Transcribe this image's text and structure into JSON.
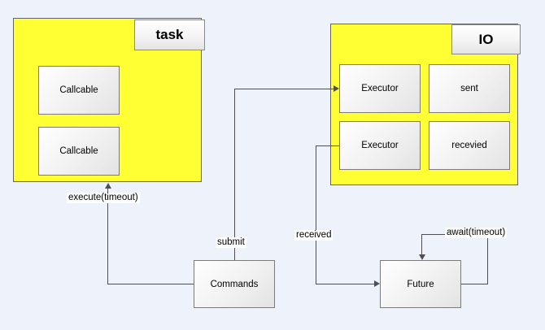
{
  "diagram": {
    "background_color": "#edf2fb",
    "region_fill_color": "#ffff33",
    "line_color": "#4f4f53",
    "regions": {
      "task": {
        "label": "task"
      },
      "io": {
        "label": "IO"
      }
    },
    "nodes": {
      "callcable1": {
        "label": "Callcable"
      },
      "callcable2": {
        "label": "Callcable"
      },
      "executor1": {
        "label": "Executor"
      },
      "sent": {
        "label": "sent"
      },
      "executor2": {
        "label": "Executor"
      },
      "recevied": {
        "label": "recevied"
      },
      "commands": {
        "label": "Commands"
      },
      "future": {
        "label": "Future"
      }
    },
    "edge_labels": {
      "execute": "execute(timeout)",
      "submit": "submit",
      "received": "received",
      "await": "await(timeout)"
    }
  }
}
